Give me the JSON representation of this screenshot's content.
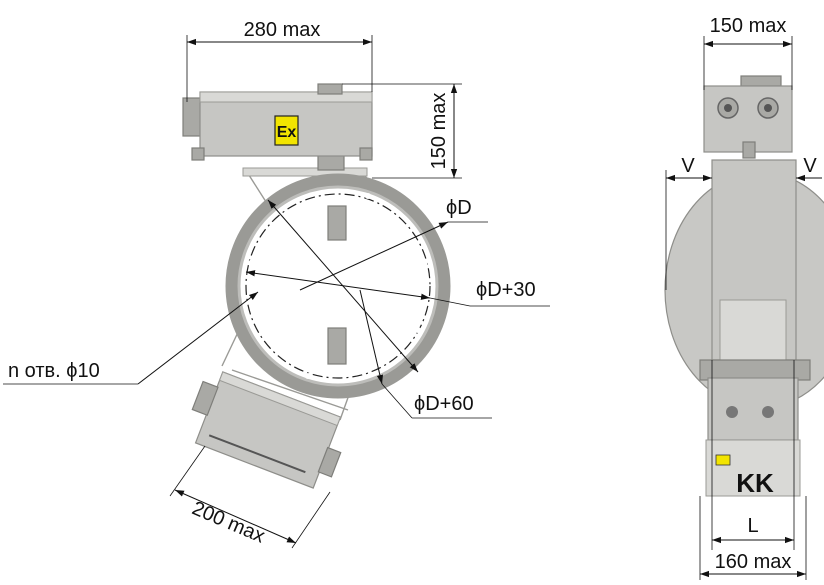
{
  "labels": {
    "front_width": "280 max",
    "front_height": "150 max",
    "diameter_d": "ϕD",
    "diameter_d30": "ϕD+30",
    "diameter_d60": "ϕD+60",
    "holes": "n отв. ϕ10",
    "lower_box": "200 max",
    "side_top": "150 max",
    "side_left_v": "V",
    "side_right_v": "V",
    "side_l": "L",
    "side_bottom": "160 max"
  },
  "marks": {
    "ex_badge": "Ex",
    "brand": "KK"
  },
  "colors": {
    "ex_yellow": "#f2e400",
    "steel": "#c6c6c3"
  }
}
